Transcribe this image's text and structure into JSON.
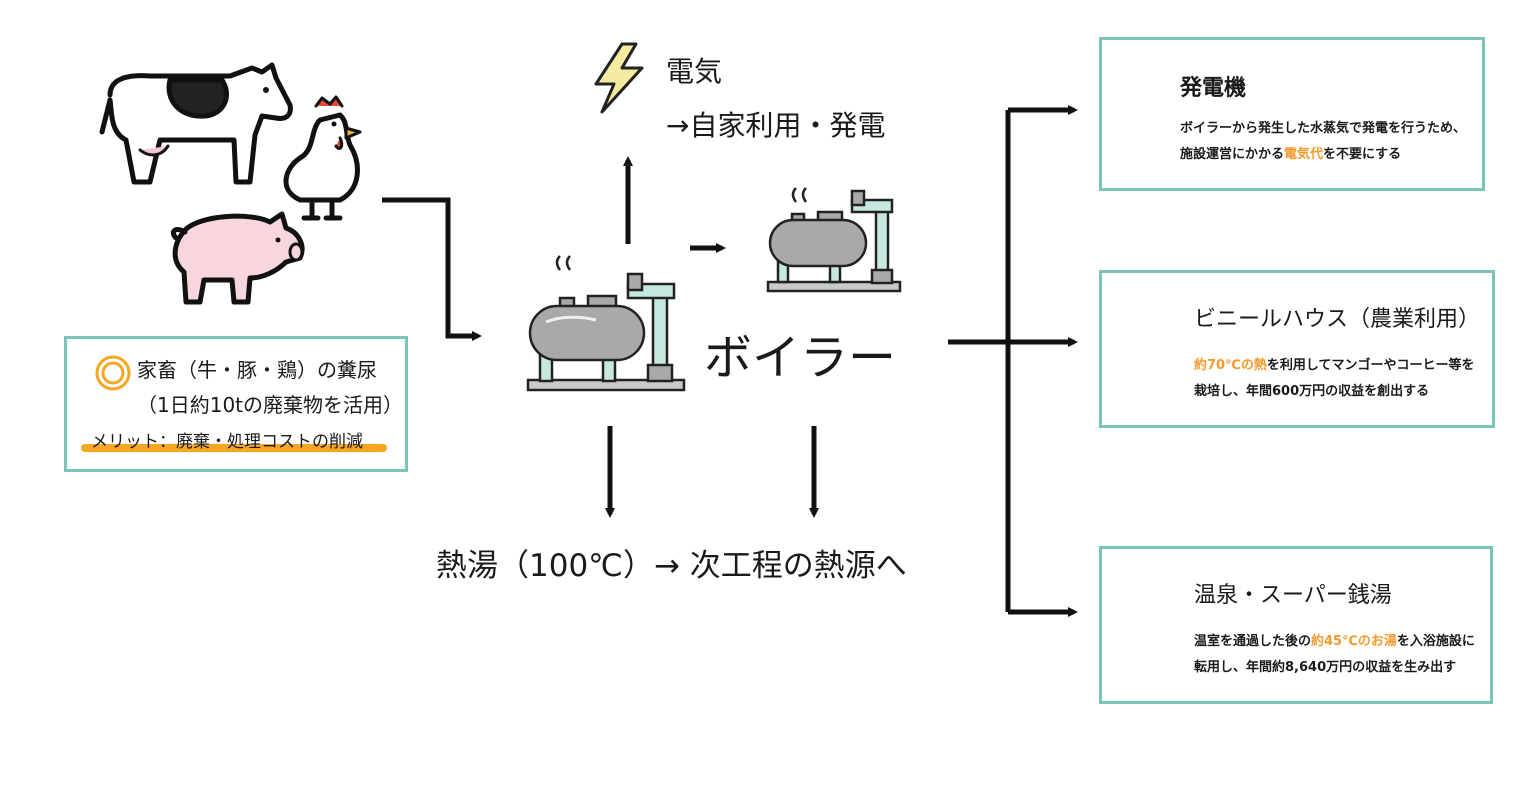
{
  "source": {
    "title": "家畜（牛・豚・鶏）の糞尿",
    "sub": "（1日約10tの廃棄物を活用）",
    "merit": "メリット：廃棄・処理コストの削減"
  },
  "electricity": {
    "title": "電気",
    "sub": "→自家利用・発電"
  },
  "boiler_label": "ボイラー",
  "hot_water": "熱湯（100℃）→ 次工程の熱源へ",
  "cards": [
    {
      "title": "発電機",
      "line1": "ボイラーから発生した水蒸気で発電を行うため、",
      "line2_pre": "施設運営にかかる",
      "line2_hl": "電気代",
      "line2_post": "を不要にする"
    },
    {
      "title": "ビニールハウス（農業利用）",
      "line1_hl": "約70℃の熱",
      "line1_post": "を利用してマンゴーやコーヒー等を",
      "line2": "栽培し、年間600万円の収益を創出する"
    },
    {
      "title": "温泉・スーパー銭湯",
      "line1_pre": "温室を通過した後の",
      "line1_hl": "約45℃のお湯",
      "line1_post": "を入浴施設に",
      "line2": "転用し、年間約8,640万円の収益を生み出す"
    }
  ],
  "icons": {
    "animals": [
      "cow-icon",
      "chicken-icon",
      "pig-icon"
    ],
    "lightning": "lightning-icon",
    "boiler": "boiler-icon",
    "generator": "water-wheel-icon",
    "greenhouse": "greenhouse-icon",
    "onsen": "onsen-icon"
  },
  "colors": {
    "border": "#7cc3b7",
    "accent": "#f39a2c",
    "underline": "#f5a623",
    "boiler_tank": "#a9a9a9",
    "pipe": "#c7e8e0",
    "pig": "#f7d6dc",
    "lightning": "#f4eaa0"
  }
}
